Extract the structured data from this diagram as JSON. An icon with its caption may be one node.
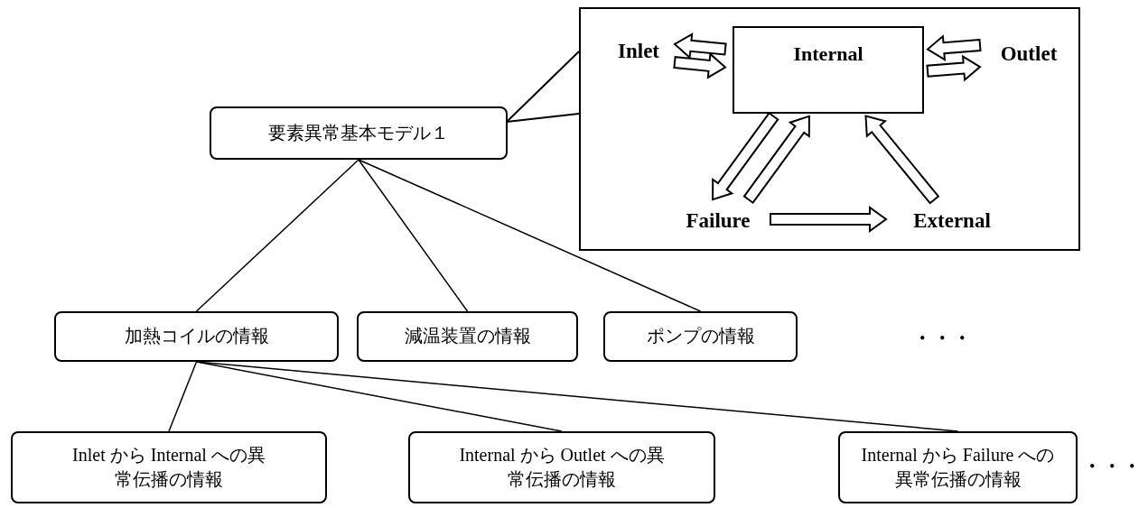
{
  "diagram": {
    "nodes": [
      {
        "text": [
          "要素異常基本モデル１"
        ]
      },
      {
        "text": [],
        "shape": "box"
      },
      {
        "text": [
          "Internal"
        ],
        "in": 1
      },
      {
        "text": [
          "Inlet"
        ],
        "in": 1
      },
      {
        "text": [
          "Outlet"
        ],
        "in": 1
      },
      {
        "text": [
          "Failure"
        ],
        "in": 1
      },
      {
        "text": [
          "External"
        ],
        "in": 1
      },
      {
        "text": [
          "加熱コイルの情報"
        ]
      },
      {
        "text": [
          "減温装置の情報"
        ]
      },
      {
        "text": [
          "ポンプの情報"
        ]
      },
      {
        "text": [
          "Inlet から Internal への異常伝播の情報"
        ]
      },
      {
        "text": [
          "Internal から Outlet への異常伝播の情報"
        ]
      },
      {
        "text": [
          "Internal から Failure への異常伝播の情報"
        ]
      }
    ],
    "edges": [
      {
        "from": 0,
        "to": 1,
        "arrow": "none"
      },
      {
        "from": 2,
        "to": 3,
        "arrow": "to",
        "style": "thick"
      },
      {
        "from": 3,
        "to": 2,
        "arrow": "to",
        "style": "thick"
      },
      {
        "from": 4,
        "to": 2,
        "arrow": "to",
        "style": "thick"
      },
      {
        "from": 2,
        "to": 4,
        "arrow": "to",
        "style": "thick"
      },
      {
        "from": 2,
        "to": 5,
        "arrow": "to",
        "style": "thick"
      },
      {
        "from": 5,
        "to": 2,
        "arrow": "to",
        "style": "thick"
      },
      {
        "from": 6,
        "to": 2,
        "arrow": "to",
        "style": "thick"
      },
      {
        "from": 5,
        "to": 6,
        "arrow": "to",
        "style": "thick"
      },
      {
        "from": 0,
        "to": 7,
        "arrow": "none"
      },
      {
        "from": 0,
        "to": 8,
        "arrow": "none"
      },
      {
        "from": 0,
        "to": 9,
        "arrow": "none"
      },
      {
        "from": 7,
        "to": 10,
        "arrow": "none"
      },
      {
        "from": 7,
        "to": 11,
        "arrow": "none"
      },
      {
        "from": 7,
        "to": 12,
        "arrow": "none"
      }
    ],
    "labels": [
      "・・・",
      "・・・"
    ]
  }
}
